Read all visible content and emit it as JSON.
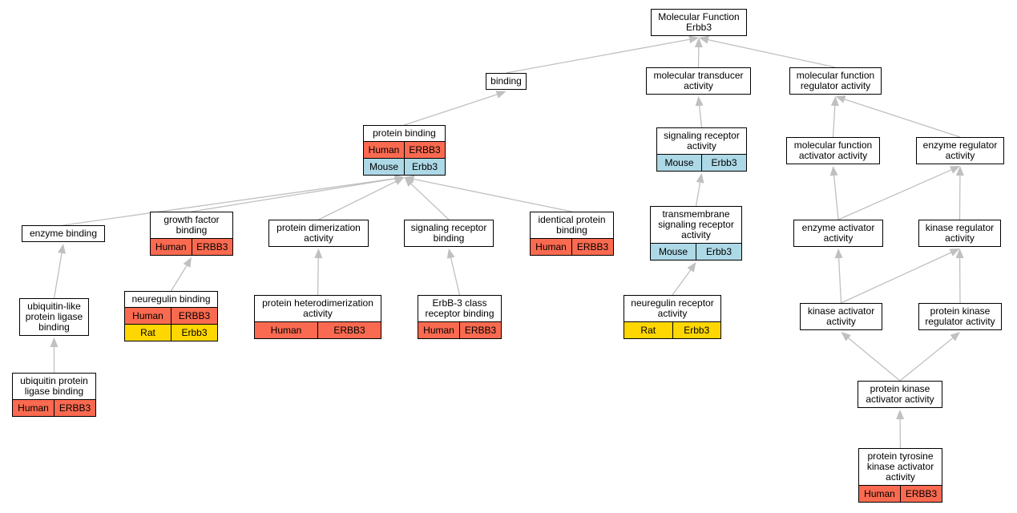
{
  "nodes": {
    "mf": {
      "lines": [
        "Molecular Function",
        "Erbb3"
      ]
    },
    "binding": {
      "lines": [
        "binding"
      ]
    },
    "mtrans": {
      "lines": [
        "molecular transducer",
        "activity"
      ]
    },
    "mfreg": {
      "lines": [
        "molecular function",
        "regulator activity"
      ]
    },
    "protbind": {
      "lines": [
        "protein binding"
      ],
      "rows": [
        [
          "Human",
          "ERBB3"
        ],
        [
          "Mouse",
          "Erbb3"
        ]
      ]
    },
    "sigrec": {
      "lines": [
        "signaling receptor",
        "activity"
      ],
      "rows": [
        [
          "Mouse",
          "Erbb3"
        ]
      ]
    },
    "mfact": {
      "lines": [
        "molecular function",
        "activator activity"
      ]
    },
    "enzreg": {
      "lines": [
        "enzyme regulator",
        "activity"
      ]
    },
    "enzbind": {
      "lines": [
        "enzyme binding"
      ]
    },
    "gfbind": {
      "lines": [
        "growth factor",
        "binding"
      ],
      "rows": [
        [
          "Human",
          "ERBB3"
        ]
      ]
    },
    "protdim": {
      "lines": [
        "protein dimerization",
        "activity"
      ]
    },
    "sigrecbind": {
      "lines": [
        "signaling receptor",
        "binding"
      ]
    },
    "identprot": {
      "lines": [
        "identical protein",
        "binding"
      ],
      "rows": [
        [
          "Human",
          "ERBB3"
        ]
      ]
    },
    "tmsig": {
      "lines": [
        "transmembrane",
        "signaling receptor",
        "activity"
      ],
      "rows": [
        [
          "Mouse",
          "Erbb3"
        ]
      ]
    },
    "enzact": {
      "lines": [
        "enzyme activator",
        "activity"
      ]
    },
    "kinreg": {
      "lines": [
        "kinase regulator",
        "activity"
      ]
    },
    "ubiqlike": {
      "lines": [
        "ubiquitin-like",
        "protein ligase",
        "binding"
      ]
    },
    "nrgbind": {
      "lines": [
        "neuregulin binding"
      ],
      "rows": [
        [
          "Human",
          "ERBB3"
        ],
        [
          "Rat",
          "Erbb3"
        ]
      ]
    },
    "protheter": {
      "lines": [
        "protein heterodimerization",
        "activity"
      ],
      "rows": [
        [
          "Human",
          "ERBB3"
        ]
      ]
    },
    "erbb3class": {
      "lines": [
        "ErbB-3 class",
        "receptor binding"
      ],
      "rows": [
        [
          "Human",
          "ERBB3"
        ]
      ]
    },
    "nrgrec": {
      "lines": [
        "neuregulin receptor",
        "activity"
      ],
      "rows": [
        [
          "Rat",
          "Erbb3"
        ]
      ]
    },
    "kinact": {
      "lines": [
        "kinase activator",
        "activity"
      ]
    },
    "protkinreg": {
      "lines": [
        "protein kinase",
        "regulator activity"
      ]
    },
    "ubiqprot": {
      "lines": [
        "ubiquitin protein",
        "ligase binding"
      ],
      "rows": [
        [
          "Human",
          "ERBB3"
        ]
      ]
    },
    "protkinact": {
      "lines": [
        "protein kinase",
        "activator activity"
      ]
    },
    "ptkact": {
      "lines": [
        "protein tyrosine",
        "kinase activator",
        "activity"
      ],
      "rows": [
        [
          "Human",
          "ERBB3"
        ]
      ]
    }
  },
  "edges": [
    [
      "binding",
      "mf"
    ],
    [
      "mtrans",
      "mf"
    ],
    [
      "mfreg",
      "mf"
    ],
    [
      "protbind",
      "binding"
    ],
    [
      "sigrec",
      "mtrans"
    ],
    [
      "mfact",
      "mfreg"
    ],
    [
      "enzreg",
      "mfreg"
    ],
    [
      "enzbind",
      "protbind"
    ],
    [
      "gfbind",
      "protbind"
    ],
    [
      "protdim",
      "protbind"
    ],
    [
      "sigrecbind",
      "protbind"
    ],
    [
      "identprot",
      "protbind"
    ],
    [
      "tmsig",
      "sigrec"
    ],
    [
      "enzact",
      "mfact"
    ],
    [
      "enzact",
      "enzreg"
    ],
    [
      "kinreg",
      "enzreg"
    ],
    [
      "ubiqlike",
      "enzbind"
    ],
    [
      "nrgbind",
      "gfbind"
    ],
    [
      "protheter",
      "protdim"
    ],
    [
      "erbb3class",
      "sigrecbind"
    ],
    [
      "nrgrec",
      "tmsig"
    ],
    [
      "kinact",
      "enzact"
    ],
    [
      "kinact",
      "kinreg"
    ],
    [
      "protkinreg",
      "kinreg"
    ],
    [
      "ubiqprot",
      "ubiqlike"
    ],
    [
      "protkinact",
      "kinact"
    ],
    [
      "protkinact",
      "protkinreg"
    ],
    [
      "ptkact",
      "protkinact"
    ]
  ],
  "colors": {
    "Human": "#fa6a50",
    "Mouse": "#add8e6",
    "Rat": "#ffd700",
    "edge": "#c0c0c0"
  }
}
